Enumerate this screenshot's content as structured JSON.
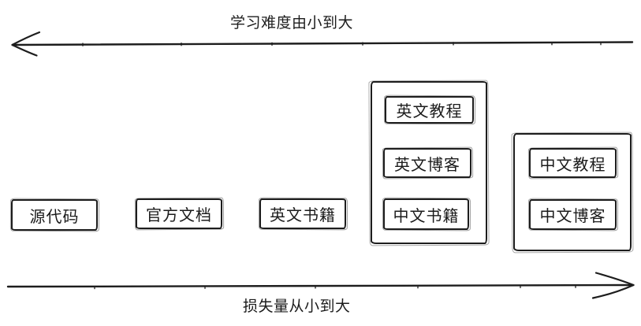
{
  "diagram": {
    "top_axis": {
      "label": "学习难度由小到大",
      "arrow_direction": "left"
    },
    "bottom_axis": {
      "label": "损失量从小到大",
      "arrow_direction": "right"
    },
    "nodes": [
      {
        "label": "源代码"
      },
      {
        "label": "官方文档"
      },
      {
        "label": "英文书籍"
      }
    ],
    "groups": [
      {
        "items": [
          {
            "label": "英文教程"
          },
          {
            "label": "英文博客"
          },
          {
            "label": "中文书籍"
          }
        ]
      },
      {
        "items": [
          {
            "label": "中文教程"
          },
          {
            "label": "中文博客"
          }
        ]
      }
    ],
    "colors": {
      "stroke": "#1d1d1d",
      "background": "#ffffff"
    }
  }
}
